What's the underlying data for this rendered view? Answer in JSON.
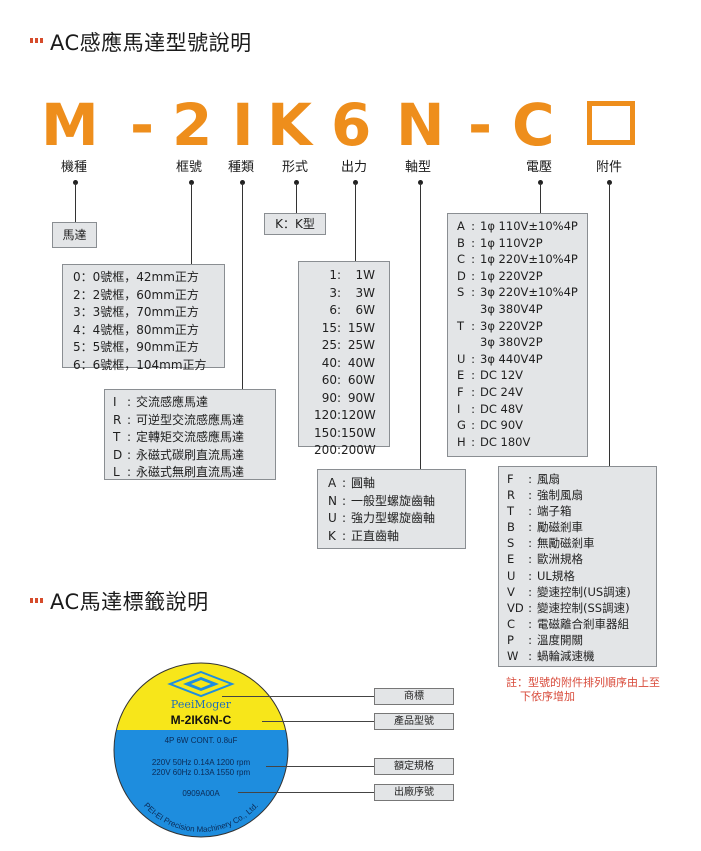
{
  "section1": {
    "title": "AC感應馬達型號說明"
  },
  "model": {
    "chars": [
      "M",
      "-",
      "2",
      "I",
      "K",
      "6",
      "N",
      "-",
      "C"
    ]
  },
  "categories": [
    "機種",
    "框號",
    "種類",
    "形式",
    "出力",
    "軸型",
    "電壓",
    "附件"
  ],
  "boxes": {
    "machine": [
      "馬達"
    ],
    "form": [
      "K：K型"
    ],
    "frame": [
      "0：0號框，42mm正方",
      "2：2號框，60mm正方",
      "3：3號框，70mm正方",
      "4：4號框，80mm正方",
      "5：5號框，90mm正方",
      "6：6號框，104mm正方"
    ],
    "power": [
      {
        "code": "1:",
        "val": "1W"
      },
      {
        "code": "3:",
        "val": "3W"
      },
      {
        "code": "6:",
        "val": "6W"
      },
      {
        "code": "15:",
        "val": "15W"
      },
      {
        "code": "25:",
        "val": "25W"
      },
      {
        "code": "40:",
        "val": "40W"
      },
      {
        "code": "60:",
        "val": "60W"
      },
      {
        "code": "90:",
        "val": "90W"
      },
      {
        "code": "120:",
        "val": "120W"
      },
      {
        "code": "150:",
        "val": "150W"
      },
      {
        "code": "200:",
        "val": "200W"
      }
    ],
    "voltage": [
      {
        "code": "A",
        "val": "1φ 110V±10%4P"
      },
      {
        "code": "B",
        "val": "1φ 110V2P"
      },
      {
        "code": "C",
        "val": "1φ 220V±10%4P"
      },
      {
        "code": "D",
        "val": "1φ 220V2P"
      },
      {
        "code": "S",
        "val": "3φ 220V±10%4P"
      },
      {
        "code": "",
        "val": "3φ 380V4P"
      },
      {
        "code": "T",
        "val": "3φ 220V2P"
      },
      {
        "code": "",
        "val": "3φ 380V2P"
      },
      {
        "code": "U",
        "val": "3φ 440V4P"
      },
      {
        "code": "E",
        "val": "DC 12V"
      },
      {
        "code": "F",
        "val": "DC 24V"
      },
      {
        "code": "I",
        "val": "DC 48V"
      },
      {
        "code": "G",
        "val": "DC 90V"
      },
      {
        "code": "H",
        "val": "DC 180V"
      }
    ],
    "type": [
      {
        "code": "I",
        "val": "交流感應馬達"
      },
      {
        "code": "R",
        "val": "可逆型交流感應馬達"
      },
      {
        "code": "T",
        "val": "定轉矩交流感應馬達"
      },
      {
        "code": "D",
        "val": "永磁式碳刷直流馬達"
      },
      {
        "code": "L",
        "val": "永磁式無刷直流馬達"
      }
    ],
    "shaft": [
      {
        "code": "A",
        "val": "圓軸"
      },
      {
        "code": "N",
        "val": "一般型螺旋齒軸"
      },
      {
        "code": "U",
        "val": "強力型螺旋齒軸"
      },
      {
        "code": "K",
        "val": "正直齒軸"
      }
    ],
    "accessory": [
      {
        "code": "F",
        "val": "風扇"
      },
      {
        "code": "R",
        "val": "強制風扇"
      },
      {
        "code": "T",
        "val": "端子箱"
      },
      {
        "code": "B",
        "val": "勵磁剎車"
      },
      {
        "code": "S",
        "val": "無勵磁剎車"
      },
      {
        "code": "E",
        "val": "歐洲規格"
      },
      {
        "code": "U",
        "val": "UL規格"
      },
      {
        "code": "V",
        "val": "變速控制(US調速)"
      },
      {
        "code": "VD",
        "val": "變速控制(SS調速)"
      },
      {
        "code": "C",
        "val": "電磁離合剎車器組"
      },
      {
        "code": "P",
        "val": "溫度開關"
      },
      {
        "code": "W",
        "val": "蝸輪減速機"
      }
    ]
  },
  "note": [
    "註：型號的附件排列順序由上至",
    "下依序增加"
  ],
  "section2": {
    "title": "AC馬達標籤說明"
  },
  "label": {
    "brand": "PeeiMoger",
    "model": "M-2IK6N-C",
    "spec1": "4P 6W CONT. 0.8uF",
    "spec2": "220V 50Hz 0.14A 1200 rpm",
    "spec3": "220V 60Hz 0.13A 1550 rpm",
    "serial": "0909A00A",
    "company": "PEI-EI Precision Machinery Co., Ltd."
  },
  "callouts": [
    "商標",
    "產品型號",
    "額定規格",
    "出廠序號"
  ],
  "colors": {
    "accent": "#ee8e1c",
    "yellow": "#f7e61a",
    "blue": "#1e8dde",
    "note": "#d84a3a"
  }
}
